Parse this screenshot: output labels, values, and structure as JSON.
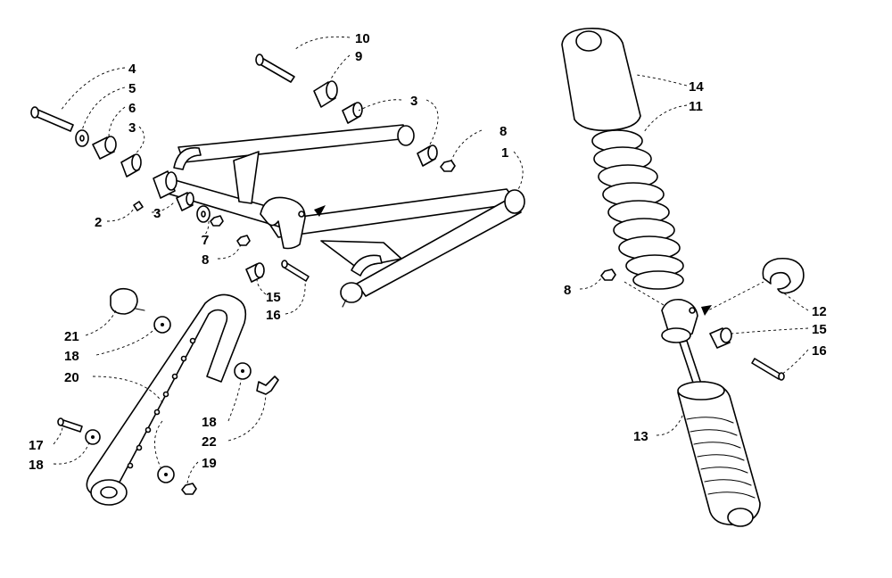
{
  "callouts": [
    {
      "id": "c10",
      "text": "10"
    },
    {
      "id": "c9",
      "text": "9"
    },
    {
      "id": "c4",
      "text": "4"
    },
    {
      "id": "c5",
      "text": "5"
    },
    {
      "id": "c6",
      "text": "6"
    },
    {
      "id": "c3a",
      "text": "3"
    },
    {
      "id": "c3b",
      "text": "3"
    },
    {
      "id": "c3c",
      "text": "3"
    },
    {
      "id": "c8a",
      "text": "8"
    },
    {
      "id": "c1",
      "text": "1"
    },
    {
      "id": "c2",
      "text": "2"
    },
    {
      "id": "c7",
      "text": "7"
    },
    {
      "id": "c8b",
      "text": "8"
    },
    {
      "id": "c15a",
      "text": "15"
    },
    {
      "id": "c16a",
      "text": "16"
    },
    {
      "id": "c21",
      "text": "21"
    },
    {
      "id": "c18a",
      "text": "18"
    },
    {
      "id": "c20",
      "text": "20"
    },
    {
      "id": "c18b",
      "text": "18"
    },
    {
      "id": "c22",
      "text": "22"
    },
    {
      "id": "c17",
      "text": "17"
    },
    {
      "id": "c18c",
      "text": "18"
    },
    {
      "id": "c19",
      "text": "19"
    },
    {
      "id": "c14",
      "text": "14"
    },
    {
      "id": "c11",
      "text": "11"
    },
    {
      "id": "c8c",
      "text": "8"
    },
    {
      "id": "c12",
      "text": "12"
    },
    {
      "id": "c15b",
      "text": "15"
    },
    {
      "id": "c16b",
      "text": "16"
    },
    {
      "id": "c13",
      "text": "13"
    }
  ]
}
